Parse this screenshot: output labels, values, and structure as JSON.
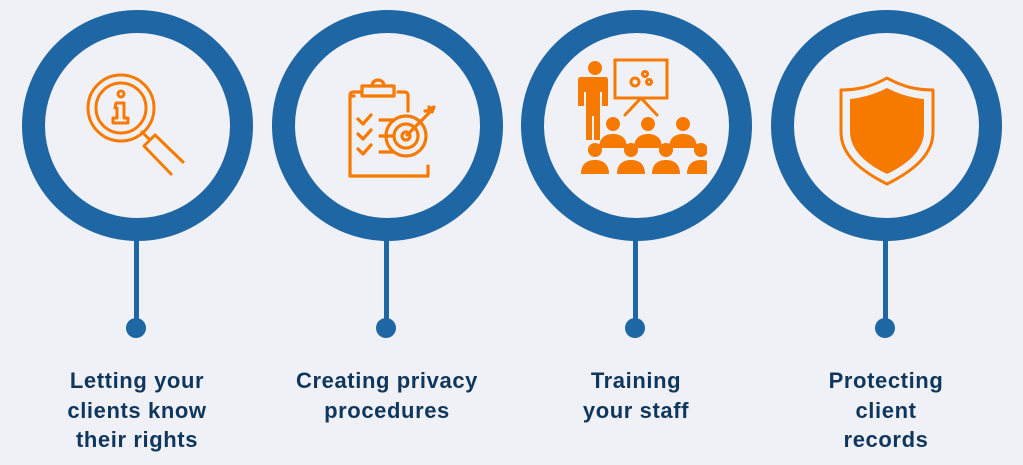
{
  "colors": {
    "background": "#f0f1f7",
    "ring": "#1f66a5",
    "icon": "#f77a00",
    "text": "#0f375e"
  },
  "steps": [
    {
      "icon": "magnifier-info-icon",
      "label_lines": [
        "Letting your",
        "clients know",
        "their rights"
      ]
    },
    {
      "icon": "clipboard-target-icon",
      "label_lines": [
        "Creating privacy",
        "procedures"
      ]
    },
    {
      "icon": "training-presentation-icon",
      "label_lines": [
        "Training",
        "your staff"
      ]
    },
    {
      "icon": "shield-icon",
      "label_lines": [
        "Protecting",
        "client",
        "records"
      ]
    }
  ]
}
